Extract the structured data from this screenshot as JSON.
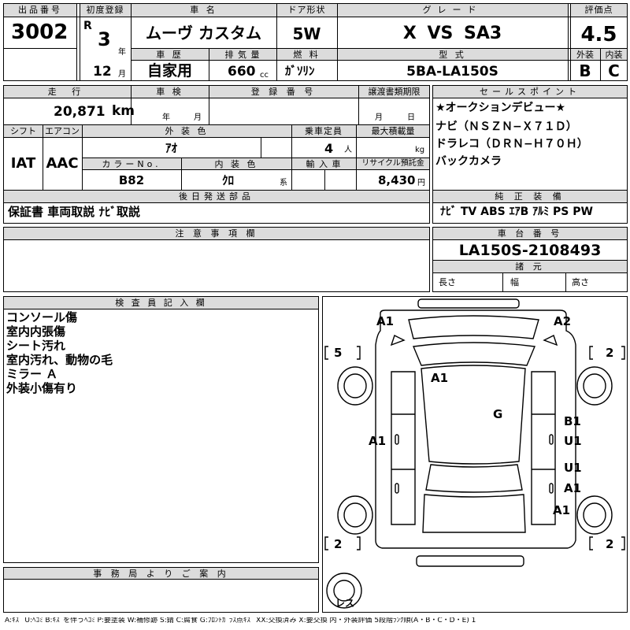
{
  "lot": {
    "label": "出品番号",
    "value": "3002"
  },
  "first_reg": {
    "label": "初度登録",
    "era": "R",
    "year": "3",
    "year_unit": "年",
    "month": "12",
    "month_unit": "月"
  },
  "car_name": {
    "label": "車 名",
    "value": "ムーヴ カスタム"
  },
  "door": {
    "label": "ドア形状",
    "value": "5W"
  },
  "grade": {
    "label": "グレード",
    "value": "X VS SA3"
  },
  "score": {
    "label": "評価点",
    "value": "4.5"
  },
  "history": {
    "label": "車 歴",
    "value": "自家用"
  },
  "displacement": {
    "label": "排 気 量",
    "value": "660",
    "unit": "cc"
  },
  "fuel": {
    "label": "燃 料",
    "value": "ｶﾞｿﾘﾝ"
  },
  "model": {
    "label": "型 式",
    "value": "5BA-LA150S"
  },
  "exterior_grade": {
    "label": "外装",
    "value": "B"
  },
  "interior_grade": {
    "label": "内装",
    "value": "C"
  },
  "mileage": {
    "label": "走 行",
    "value": "20,871",
    "unit": "km"
  },
  "inspection": {
    "label": "車 検",
    "year_unit": "年",
    "month_unit": "月"
  },
  "plate": {
    "label": "登 録 番 号"
  },
  "transfer_deadline": {
    "label": "譲渡書類期限",
    "month_unit": "月",
    "day_unit": "日"
  },
  "shift": {
    "label": "シフト",
    "value": "IAT"
  },
  "aircon": {
    "label": "エアコン",
    "value": "AAC"
  },
  "exterior_color": {
    "label": "外 装 色",
    "value": "ｱｵ"
  },
  "capacity": {
    "label": "乗車定員",
    "value": "4",
    "unit": "人"
  },
  "max_load": {
    "label": "最大積載量",
    "unit": "kg"
  },
  "color_no": {
    "label": "カラーNo.",
    "value": "B82"
  },
  "interior_color": {
    "label": "内 装 色",
    "value": "ｸﾛ",
    "unit": "系"
  },
  "import": {
    "label": "輸 入 車"
  },
  "recycle": {
    "label": "リサイクル預託金",
    "value": "8,430",
    "unit": "円"
  },
  "sales_points": {
    "label": "セールスポイント",
    "lines": [
      "★オークションデビュー★",
      "ナビ（ＮＳＺＮ−Ｘ７１Ｄ）",
      "ドラレコ（ＤＲＮ−Ｈ７０Ｈ）",
      "バックカメラ"
    ]
  },
  "later_parts": {
    "label": "後日発送部品",
    "value": "保証書 車両取説 ﾅﾋﾞ取説"
  },
  "equipment": {
    "label": "純 正 装 備",
    "value": "ﾅﾋﾞ  TV  ABS  ｴｱB  ｱﾙﾐ  PS  PW"
  },
  "notes": {
    "label": "注 意 事 項 欄"
  },
  "chassis": {
    "label": "車 台 番 号",
    "value": "LA150S-2108493"
  },
  "specs": {
    "label": "諸 元",
    "length": "長さ",
    "width": "幅",
    "height": "高さ"
  },
  "inspector": {
    "label": "検 査 員 記 入 欄",
    "remarks": [
      "コンソール傷",
      "室内内張傷",
      "シート汚れ",
      "室内汚れ、動物の毛",
      "ミラー Ａ",
      "外装小傷有り"
    ]
  },
  "office": {
    "label": "事 務 局 よ り ご 案 内"
  },
  "diagram": {
    "front_left": "A1",
    "front_right": "A2",
    "tire_fl": "5",
    "tire_fr": "2",
    "tire_rl": "2",
    "tire_rr": "2",
    "roof": "A1",
    "glass": "G",
    "left_side": "A1",
    "right_front_door_1": "B1",
    "right_front_door_2": "U1",
    "right_rear_door_1": "U1",
    "right_rear_door_2": "A1",
    "right_rear_fender": "A1",
    "spare": "レス"
  },
  "legend": "A:ｷｽﾞ U:ﾍｺﾐ B:ｷｽﾞを伴うﾍｺﾐ P:要塗装 W:補修跡 S:錆 C:腐食 G:ﾌﾛﾝﾄｶﾞﾗｽ点ｷｽﾞ XX:交換済み X:要交換  内・外装評価 5段階ﾗﾝｸ順(A・B・C・D・E) 1"
}
